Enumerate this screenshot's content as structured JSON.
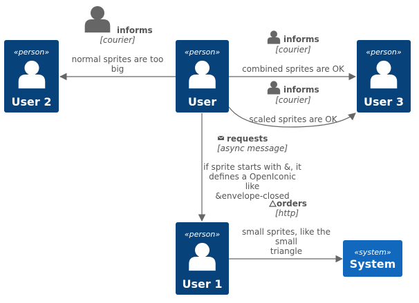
{
  "colors": {
    "person_fill": "#08427B",
    "system_fill": "#1168BD",
    "edge": "#666666",
    "label": "#555555",
    "icon": "#666666"
  },
  "nodes": {
    "user": {
      "stereotype": "«person»",
      "name": "User"
    },
    "user2": {
      "stereotype": "«person»",
      "name": "User 2"
    },
    "user3": {
      "stereotype": "«person»",
      "name": "User 3"
    },
    "user1": {
      "stereotype": "«person»",
      "name": "User 1"
    },
    "system": {
      "stereotype": "«system»",
      "name": "System"
    }
  },
  "edges": {
    "user_to_user2": {
      "icon": "person-sprite-large-icon",
      "title": "informs",
      "technology": "[courier]",
      "description": [
        "normal sprites are too",
        "big"
      ]
    },
    "user_to_user3_combined": {
      "icon": "person-sprite-icon",
      "title": "informs",
      "technology": "[courier]",
      "description": [
        "combined sprites are OK"
      ]
    },
    "user_to_user3_scaled": {
      "icon": "person-sprite-icon",
      "title": "informs",
      "technology": "[courier]",
      "description": [
        "scaled sprites are OK"
      ]
    },
    "user_to_user1": {
      "icon": "envelope-closed-icon",
      "title": "requests",
      "technology": "[async message]",
      "description": [
        "if sprite starts with &, it",
        "defines a OpenIconic",
        "like",
        "&envelope-closed"
      ]
    },
    "user1_to_system": {
      "icon": "triangle-icon",
      "title": "orders",
      "technology": "[http]",
      "description": [
        "small sprites, like the",
        "small",
        "triangle"
      ]
    }
  }
}
